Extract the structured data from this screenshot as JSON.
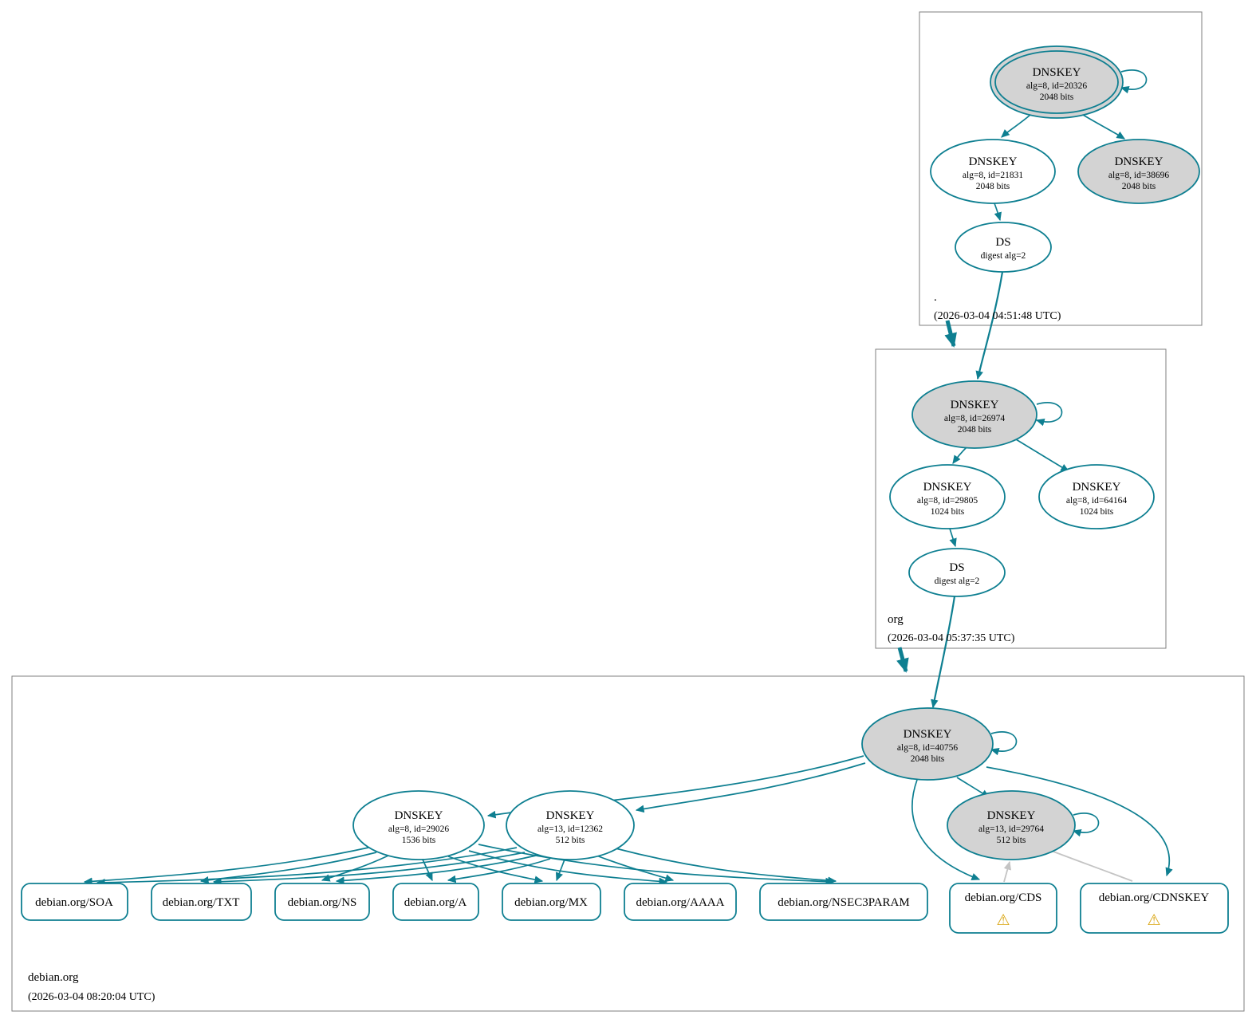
{
  "colors": {
    "node_stroke": "#0e7f91",
    "edge_secure": "#0e7f91",
    "ksk_fill": "#d3d3d3",
    "node_fill": "#ffffff",
    "edge_insecure_gray": "#c4c4c4",
    "warning": "#d9a40e",
    "cluster_border": "#7f7f7f"
  },
  "zones": {
    "root": {
      "label": ".",
      "timestamp": "(2026-03-04 04:51:48 UTC)",
      "nodes": {
        "ksk": {
          "type": "DNSKEY",
          "alg": "alg=8, id=20326",
          "bits": "2048 bits"
        },
        "zsk": {
          "type": "DNSKEY",
          "alg": "alg=8, id=21831",
          "bits": "2048 bits"
        },
        "ksk2": {
          "type": "DNSKEY",
          "alg": "alg=8, id=38696",
          "bits": "2048 bits"
        },
        "ds": {
          "type": "DS",
          "digest": "digest alg=2"
        }
      }
    },
    "org": {
      "label": "org",
      "timestamp": "(2026-03-04 05:37:35 UTC)",
      "nodes": {
        "ksk": {
          "type": "DNSKEY",
          "alg": "alg=8, id=26974",
          "bits": "2048 bits"
        },
        "zsk1": {
          "type": "DNSKEY",
          "alg": "alg=8, id=29805",
          "bits": "1024 bits"
        },
        "zsk2": {
          "type": "DNSKEY",
          "alg": "alg=8, id=64164",
          "bits": "1024 bits"
        },
        "ds": {
          "type": "DS",
          "digest": "digest alg=2"
        }
      }
    },
    "debian": {
      "label": "debian.org",
      "timestamp": "(2026-03-04 08:20:04 UTC)",
      "nodes": {
        "ksk": {
          "type": "DNSKEY",
          "alg": "alg=8, id=40756",
          "bits": "2048 bits"
        },
        "zsk1": {
          "type": "DNSKEY",
          "alg": "alg=8, id=29026",
          "bits": "1536 bits"
        },
        "zsk2": {
          "type": "DNSKEY",
          "alg": "alg=13, id=12362",
          "bits": "512 bits"
        },
        "csk": {
          "type": "DNSKEY",
          "alg": "alg=13, id=29764",
          "bits": "512 bits"
        }
      },
      "rrsets": [
        {
          "label": "debian.org/SOA"
        },
        {
          "label": "debian.org/TXT"
        },
        {
          "label": "debian.org/NS"
        },
        {
          "label": "debian.org/A"
        },
        {
          "label": "debian.org/MX"
        },
        {
          "label": "debian.org/AAAA"
        },
        {
          "label": "debian.org/NSEC3PARAM"
        },
        {
          "label": "debian.org/CDS",
          "warning": "⚠"
        },
        {
          "label": "debian.org/CDNSKEY",
          "warning": "⚠"
        }
      ]
    }
  }
}
